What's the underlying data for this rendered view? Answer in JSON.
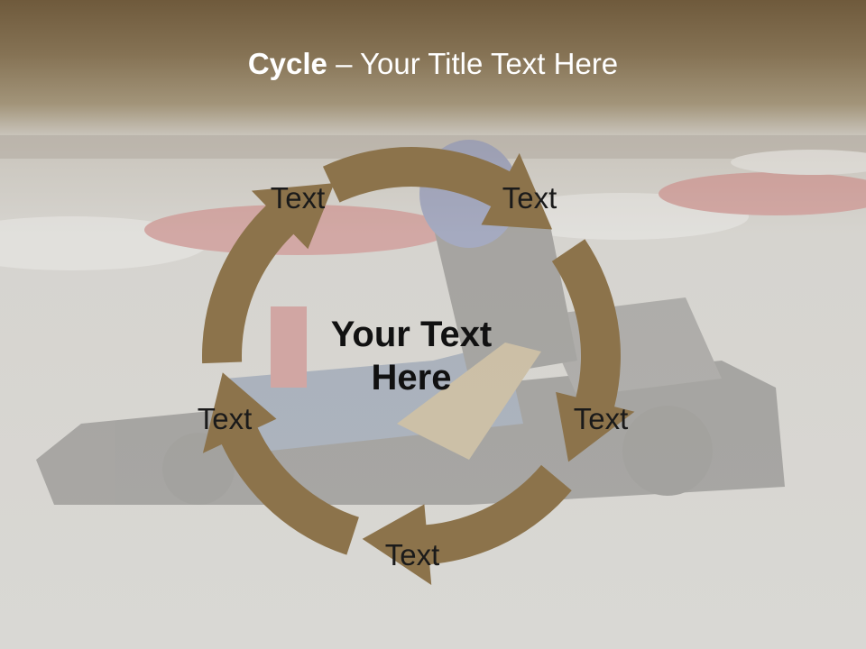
{
  "slide": {
    "title_bold": "Cycle",
    "title_rest": " – Your Title Text Here",
    "center_text_line1": "Your Text",
    "center_text_line2": "Here"
  },
  "cycle": {
    "nodes": [
      {
        "label": "Text"
      },
      {
        "label": "Text"
      },
      {
        "label": "Text"
      },
      {
        "label": "Text"
      },
      {
        "label": "Text"
      }
    ]
  },
  "colors": {
    "arrow": "#8c734b",
    "title_band": "#6f5a3c",
    "background": "#d8d7d3",
    "text": "#1a1a1a"
  }
}
